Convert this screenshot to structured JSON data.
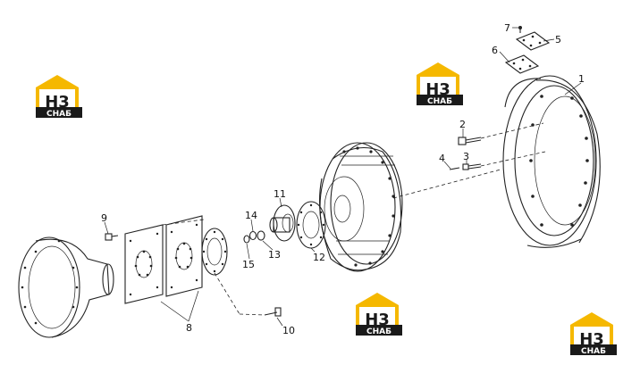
{
  "logo": {
    "text_top": "H3",
    "text_bottom": "СНАБ",
    "accent": "#f5b800",
    "dark": "#1a1a1a"
  },
  "callouts": [
    "1",
    "2",
    "3",
    "4",
    "5",
    "6",
    "7",
    "8",
    "9",
    "10",
    "11",
    "12",
    "13",
    "14",
    "15"
  ],
  "colors": {
    "ink": "#222222",
    "background": "#ffffff"
  }
}
